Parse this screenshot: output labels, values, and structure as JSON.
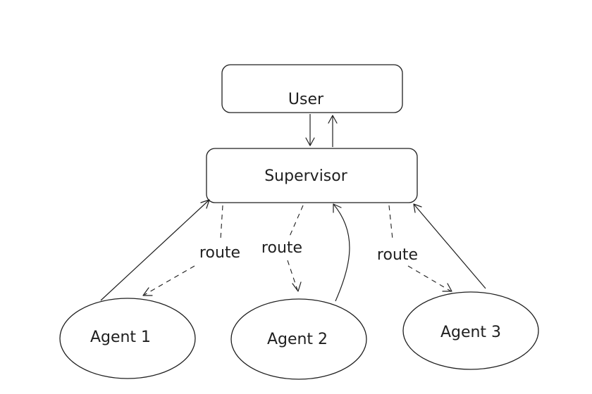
{
  "nodes": {
    "user": "User",
    "supervisor": "Supervisor",
    "agent1": "Agent 1",
    "agent2": "Agent 2",
    "agent3": "Agent 3"
  },
  "edges": {
    "route_label_1": "route",
    "route_label_2": "route",
    "route_label_3": "route"
  }
}
